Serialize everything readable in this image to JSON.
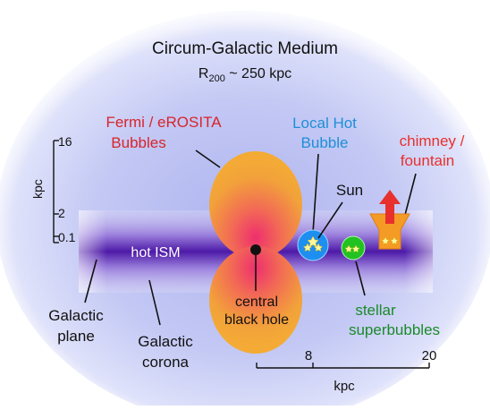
{
  "title": "Circum-Galactic Medium",
  "radius_label": {
    "main": "R",
    "sub": "200",
    "rest": " ~ 250 kpc"
  },
  "labels": {
    "fermi_line1": "Fermi / eROSITA",
    "fermi_line2": "Bubbles",
    "local_line1": "Local Hot",
    "local_line2": "Bubble",
    "chimney_line1": "chimney /",
    "chimney_line2": "fountain",
    "sun": "Sun",
    "hot_ism": "hot ISM",
    "central_line1": "central",
    "central_line2": "black hole",
    "stellar_line1": "stellar",
    "stellar_line2": "superbubbles",
    "plane_line1": "Galactic",
    "plane_line2": "plane",
    "corona_line1": "Galactic",
    "corona_line2": "corona"
  },
  "vertical_scale": {
    "unit": "kpc",
    "ticks": [
      "16",
      "2",
      "0.1"
    ]
  },
  "horizontal_scale": {
    "unit": "kpc",
    "ticks": [
      "8",
      "20"
    ]
  },
  "colors": {
    "cgm_glow": "#c8cef5",
    "ism_band": "#5a1fb0",
    "bubble_outer": "#f2a23a",
    "bubble_inner": "#ee2f6e",
    "fermi_text": "#d9242b",
    "local_text": "#1e8fd6",
    "chimney_text": "#e8302c",
    "stellar_text": "#1a8a2a",
    "local_bubble": "#1e8ff0",
    "superbubble": "#22c222",
    "chimney": "#f49b25",
    "arrow": "#e8302c"
  },
  "icons": [
    "star-icon",
    "arrow-up-icon"
  ]
}
